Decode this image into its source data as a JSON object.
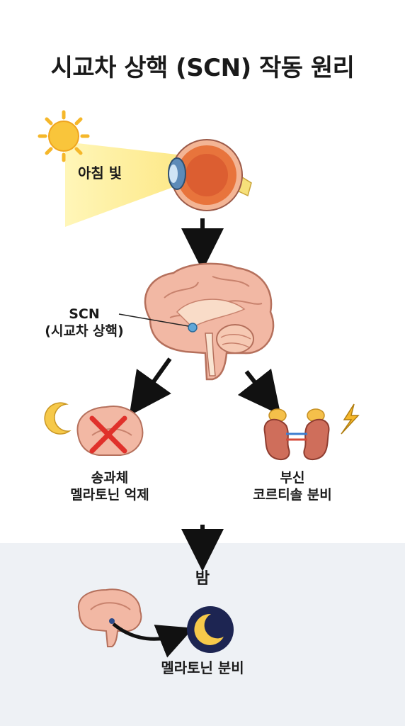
{
  "title": "시교차 상핵 (SCN) 작동 원리",
  "sun_label": "아침 빛",
  "scn": {
    "name": "SCN",
    "full": "(시교차 상핵)"
  },
  "pineal": {
    "name": "송과체",
    "effect": "멜라토닌 억제"
  },
  "adrenal": {
    "name": "부신",
    "effect": "코르티솔 분비"
  },
  "night": {
    "label": "밤",
    "effect": "멜라토닌 분비"
  },
  "icons": [
    "sun-icon",
    "eye-icon",
    "brain-icon",
    "moon-icon",
    "red-x-icon",
    "kidney-icon",
    "lightning-icon",
    "moon-badge-icon"
  ],
  "colors": {
    "light_beam": "#fdf3a8",
    "brain": "#f2b8a4",
    "arrow": "#111111",
    "x_mark": "#e0312b",
    "moon": "#f6c94a",
    "night_circle": "#1d2552",
    "band": "#eef1f5"
  }
}
